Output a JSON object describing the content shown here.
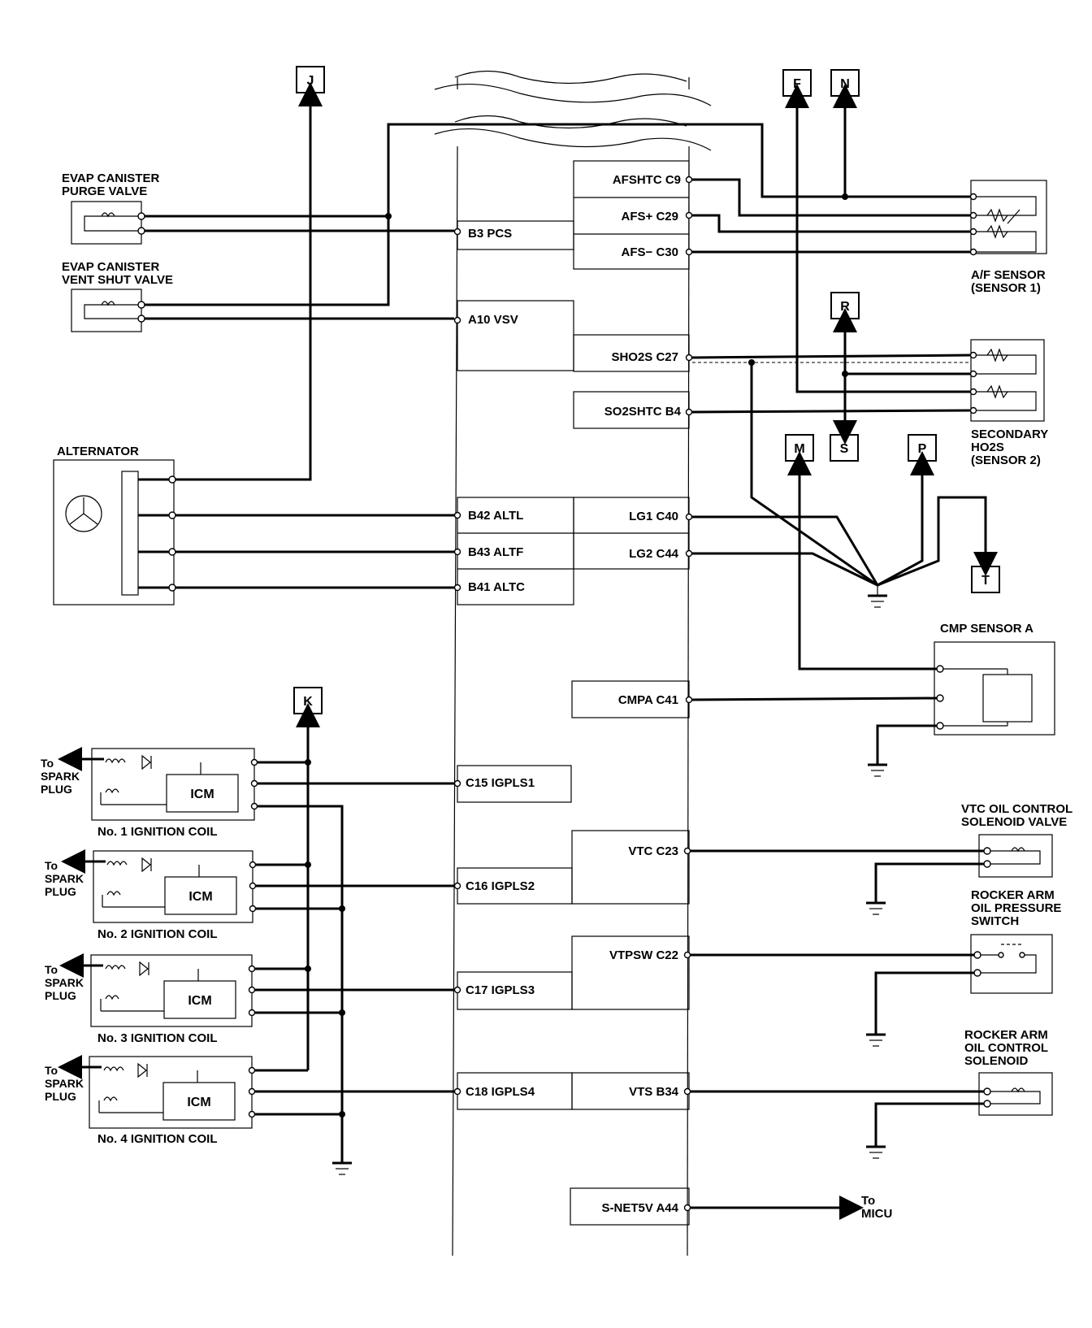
{
  "connectors": {
    "J": "J",
    "F": "F",
    "N": "N",
    "R": "R",
    "S": "S",
    "M": "M",
    "P": "P",
    "T": "T",
    "K": "K"
  },
  "components": {
    "evap_purge": [
      "EVAP CANISTER",
      "PURGE VALVE"
    ],
    "evap_vent": [
      "EVAP CANISTER",
      "VENT SHUT VALVE"
    ],
    "alternator": "ALTERNATOR",
    "af_sensor": [
      "A/F SENSOR",
      "(SENSOR 1)"
    ],
    "secondary_ho2s": [
      "SECONDARY",
      "HO2S",
      "(SENSOR 2)"
    ],
    "cmp_sensor": "CMP SENSOR A",
    "vtc_valve": [
      "VTC OIL CONTROL",
      "SOLENOID VALVE"
    ],
    "rocker_switch": [
      "ROCKER ARM",
      "OIL PRESSURE",
      "SWITCH"
    ],
    "rocker_solenoid": [
      "ROCKER ARM",
      "OIL CONTROL",
      "SOLENOID"
    ],
    "icm": "ICM",
    "ignition_coils": [
      "No. 1 IGNITION COIL",
      "No. 2 IGNITION COIL",
      "No. 3 IGNITION COIL",
      "No. 4 IGNITION COIL"
    ],
    "to_spark_plug": [
      "To",
      "SPARK",
      "PLUG"
    ],
    "to_micu": [
      "To",
      "MICU"
    ]
  },
  "ecm_pins_left": [
    "B3 PCS",
    "A10 VSV",
    "B42 ALTL",
    "B43 ALTF",
    "B41 ALTC",
    "C15 IGPLS1",
    "C16 IGPLS2",
    "C17 IGPLS3",
    "C18 IGPLS4"
  ],
  "ecm_pins_right": [
    "AFSHTC C9",
    "AFS+ C29",
    "AFS− C30",
    "SHO2S C27",
    "SO2SHTC B4",
    "LG1 C40",
    "LG2 C44",
    "CMPA C41",
    "VTC C23",
    "VTPSW C22",
    "VTS B34",
    "S-NET5V A44"
  ]
}
